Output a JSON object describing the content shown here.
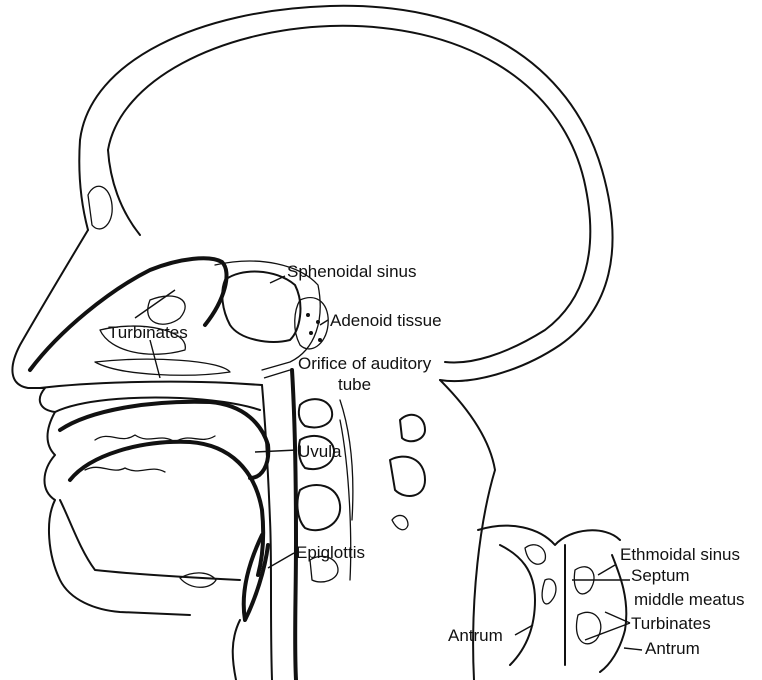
{
  "labels": {
    "sphenoidal_sinus": "Sphenoidal sinus",
    "adenoid_tissue": "Adenoid tissue",
    "turbinates_main": "Turbinates",
    "orifice_line1": "Orifice of auditory",
    "orifice_line2": "tube",
    "uvula": "Uvula",
    "epiglottis": "Epiglottis",
    "ethmoidal_sinus": "Ethmoidal sinus",
    "septum": "Septum",
    "middle_meatus": "middle meatus",
    "turbinates_inset": "Turbinates",
    "antrum_left": "Antrum",
    "antrum_right": "Antrum"
  }
}
